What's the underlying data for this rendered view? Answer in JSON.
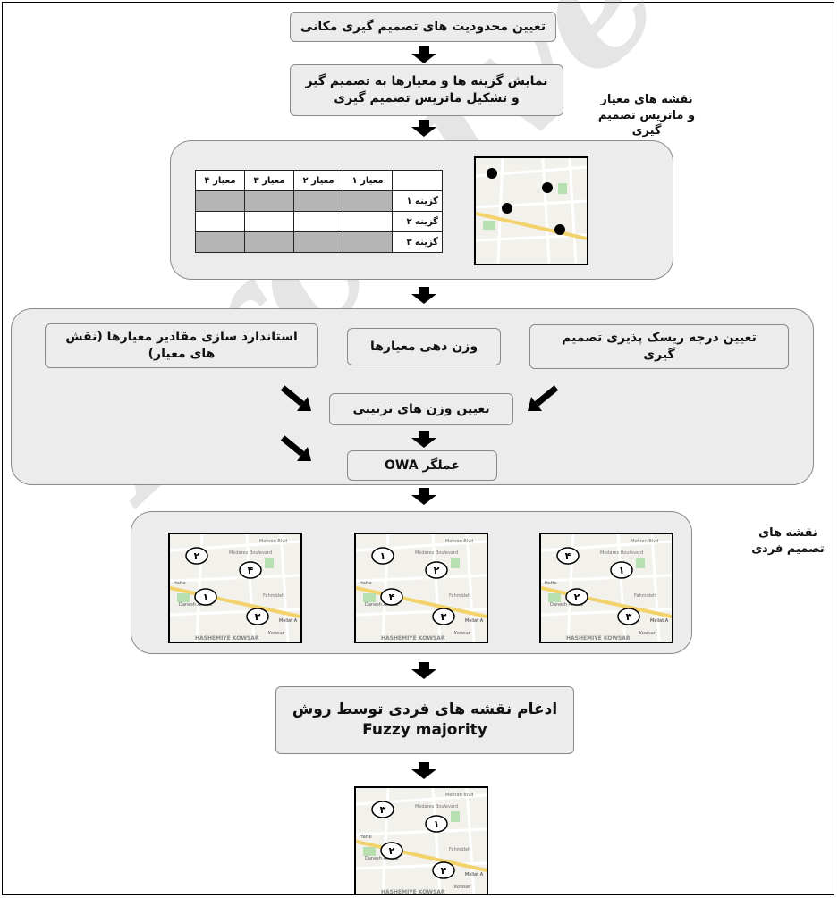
{
  "steps": {
    "step1": "تعیین محدودیت های تصمیم گیری مکانی",
    "step2": "نمایش گزینه ها و معیارها به تصمیم گیر و تشکیل ماتریس تصمیم گیری",
    "maps_matrix_label": "نقشه های معیار و ماتریس تصمیم گیری",
    "risk": "تعیین درجه ریسک پذیری تصمیم گیری",
    "weighting": "وزن دهی معیارها",
    "standardization": "استاندارد سازی مقادیر معیارها (نقش های معیار)",
    "order_weights": "تعیین وزن های ترتیبی",
    "owa": "عملگر OWA",
    "individual_maps_label": "نقشه های تصمیم فردی",
    "merge_line1": "ادغام نقشه های فردی توسط روش",
    "merge_line2": "Fuzzy majority"
  },
  "matrix": {
    "headers": [
      "معیار ۴",
      "معیار ۳",
      "معیار ۲",
      "معیار ۱",
      ""
    ],
    "rows": [
      {
        "label": "گزینه ۱",
        "shade": "gray"
      },
      {
        "label": "گزینه ۲",
        "shade": "white"
      },
      {
        "label": "گزینه ۳",
        "shade": "gray"
      }
    ]
  },
  "map_text": {
    "street1": "Mehran Blvd",
    "street2": "Modares Boulevard",
    "street3": "Fahmideh",
    "street4": "Hafte",
    "street5": "Danesh Amooz",
    "street6": "Mellat A",
    "street7": "Kowsar",
    "bottom": "HASHEMIYE   KOWSAR"
  },
  "individual_maps": [
    {
      "labels": [
        "۲",
        "۴",
        "۱",
        "۳"
      ]
    },
    {
      "labels": [
        "۱",
        "۲",
        "۴",
        "۳"
      ]
    },
    {
      "labels": [
        "۴",
        "۱",
        "۲",
        "۳"
      ]
    }
  ],
  "final_map": {
    "labels": [
      "۳",
      "۱",
      "۲",
      "۴"
    ]
  },
  "watermark": "Archive of SID",
  "colors": {
    "box_fill": "#ececec",
    "box_border": "#8a8a8a",
    "gray_cell": "#b5b5b5",
    "arrow": "#000000"
  }
}
